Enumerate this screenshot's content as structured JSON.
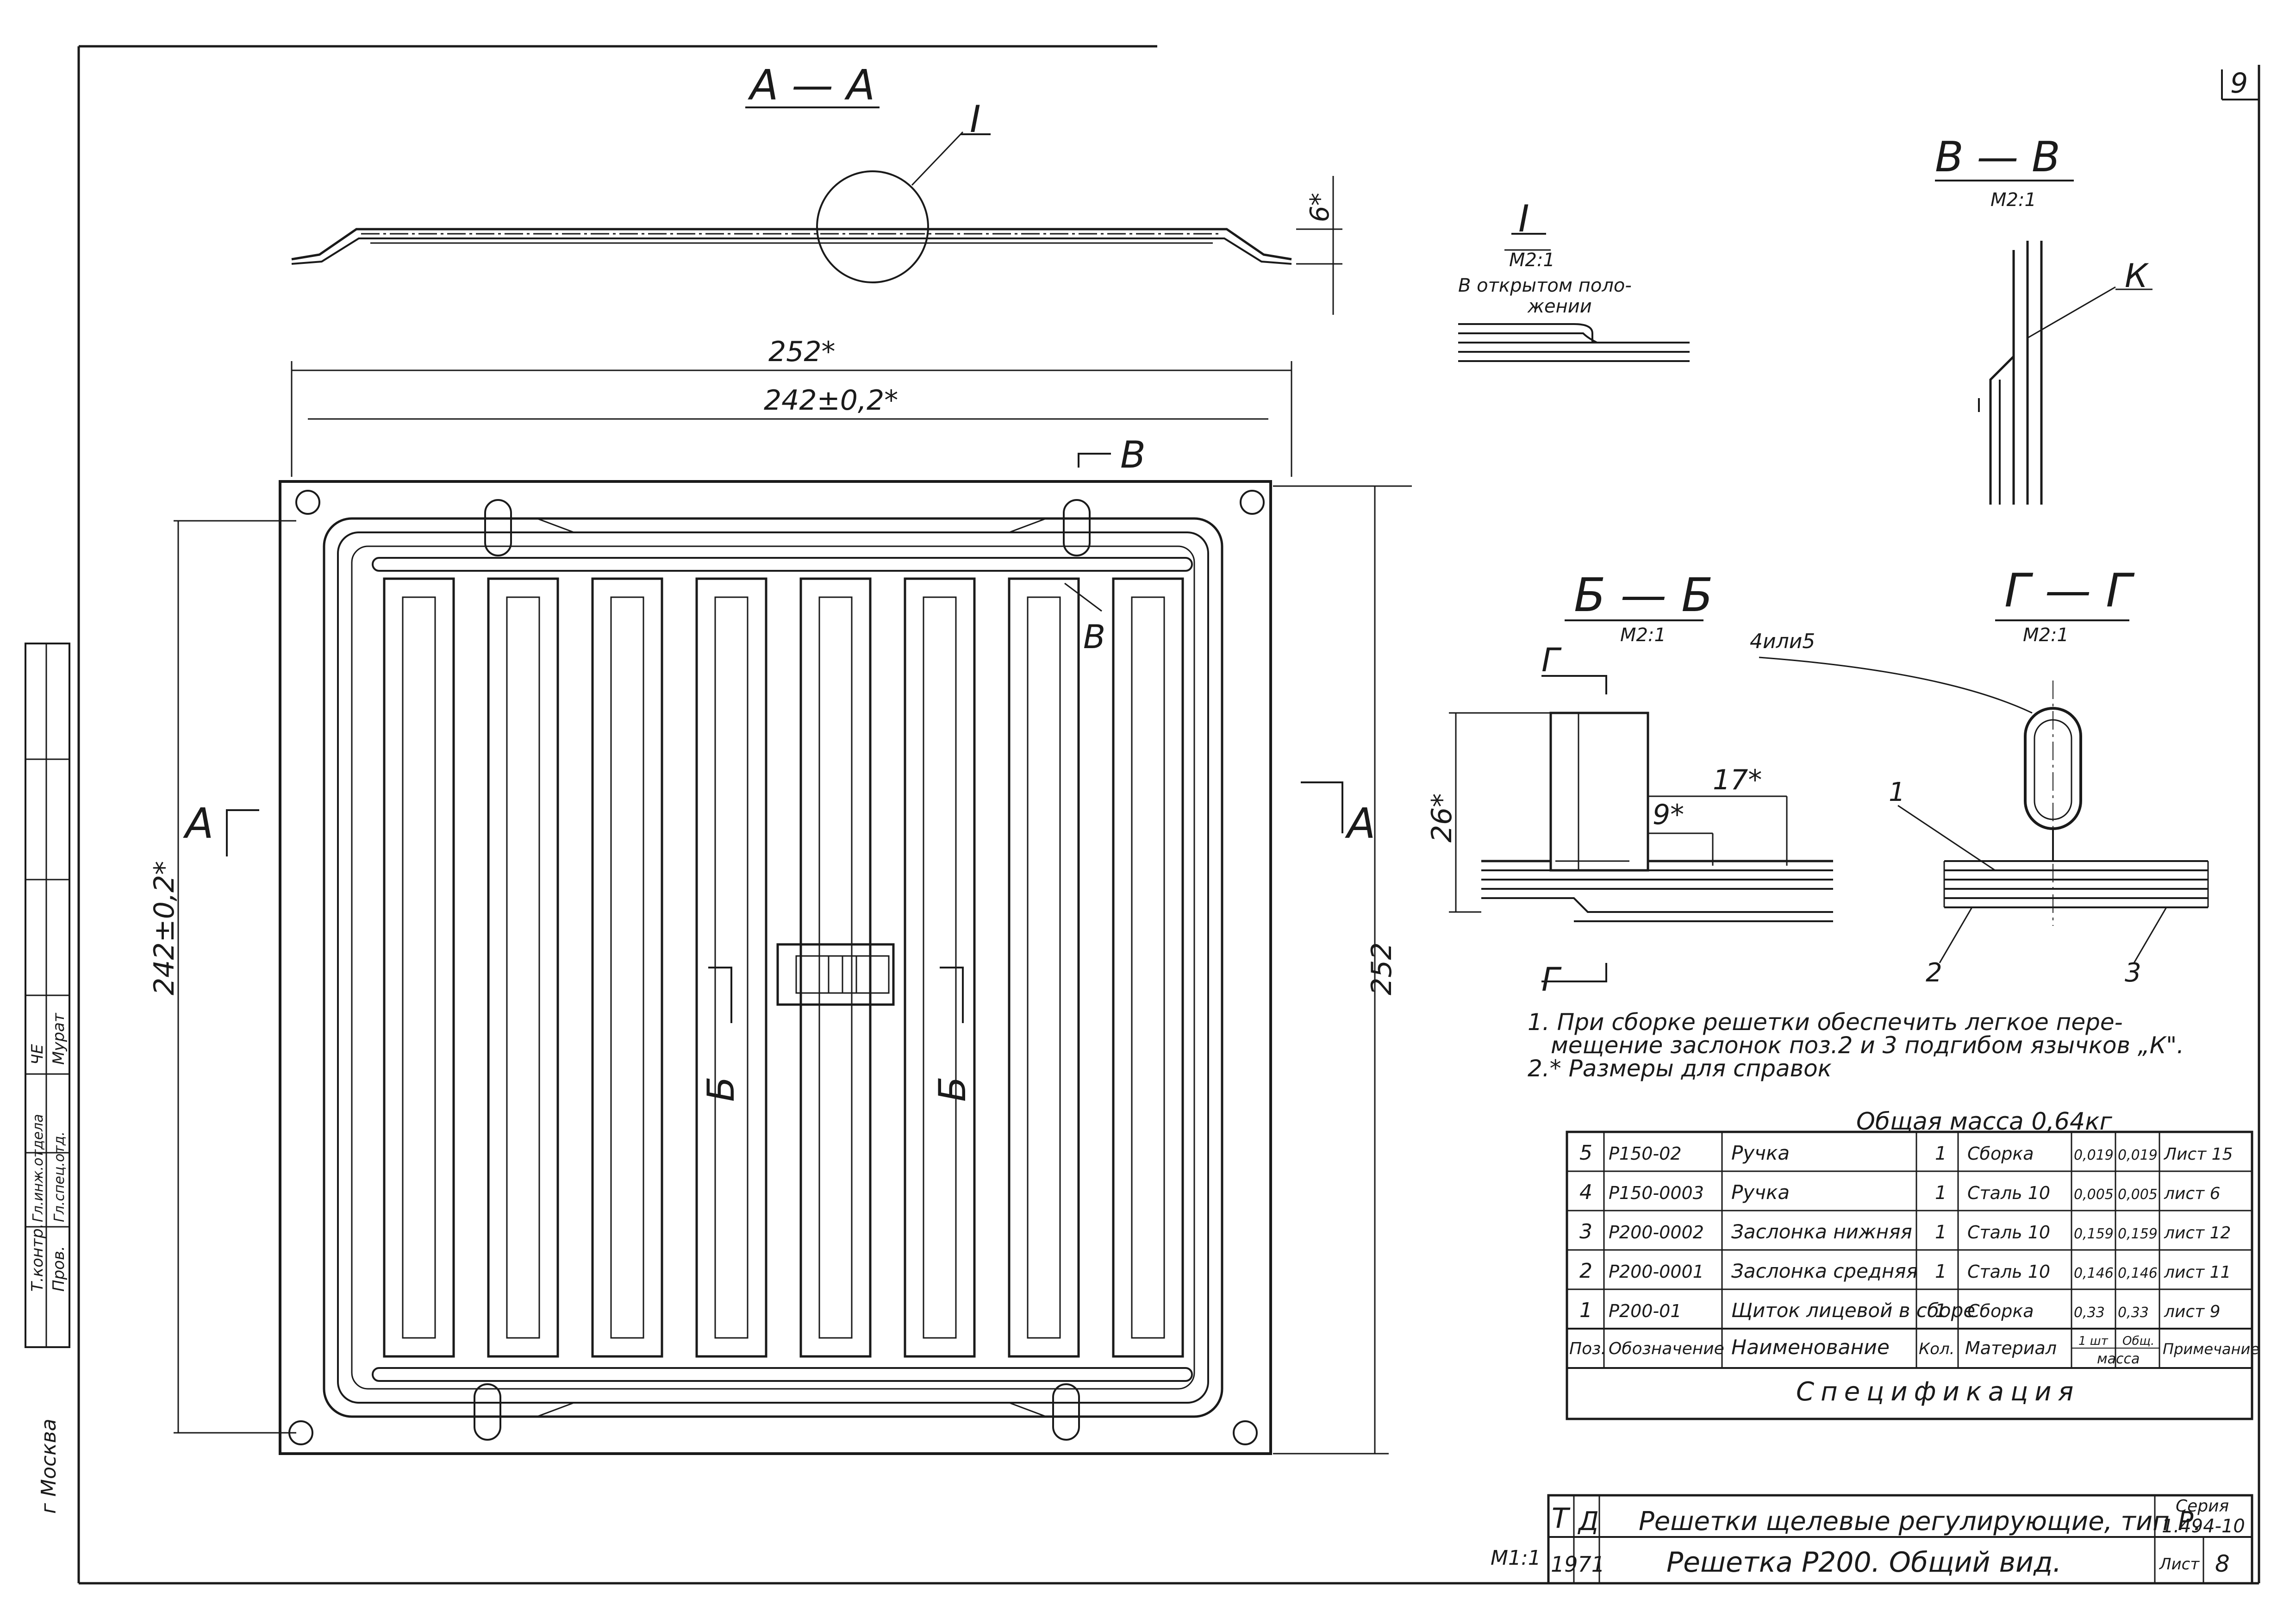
{
  "sheet": {
    "page_number": "9",
    "city": "г Москва",
    "scale_label": "М1:1",
    "side_stamp": {
      "row1_role": "Т.контр.",
      "row1_name": "Пров.",
      "row2_role": "Гл.инж.отдела",
      "row2_name": "Гл.спец.отд.",
      "signatures": [
        "ЧЕ",
        "Мурат"
      ]
    }
  },
  "views": {
    "section_aa": {
      "title": "А — А",
      "callout": "I",
      "dim_height": "6*"
    },
    "detail_i": {
      "title": "I",
      "scale": "М2:1",
      "note_line1": "В открытом поло-",
      "note_line2": "жении"
    },
    "section_vv": {
      "title": "В — В",
      "scale": "М2:1",
      "callout": "К"
    },
    "section_bb": {
      "title": "Б — Б",
      "scale": "М2:1",
      "cut_marker": "Г",
      "dim_height": "26*",
      "dim_17": "17*",
      "dim_9": "9*"
    },
    "section_gg": {
      "title": "Г — Г",
      "scale": "М2:1",
      "leader_4or5": "4или5",
      "leader_1": "1",
      "leader_2": "2",
      "leader_3": "3"
    },
    "plan": {
      "dim_overall_width": "252*",
      "dim_hole_width": "242±0,2*",
      "dim_overall_height": "252",
      "dim_hole_height": "242±0,2*",
      "cut_a_left": "А",
      "cut_a_right": "А",
      "cut_v": "В",
      "cut_v_lower": "В",
      "cut_b_left": "Б",
      "cut_b_right": "Б"
    }
  },
  "notes": [
    "1. При сборке решетки обеспечить легкое пере-",
    "мещение заслонок поз.2 и 3 подгибом язычков „К\".",
    "2.* Размеры для справок"
  ],
  "total_mass": "Общая масса 0,64кг",
  "specification": {
    "caption": "Спецификация",
    "headers": {
      "pos": "Поз.",
      "designation": "Обозначение",
      "name": "Наименование",
      "qty": "Кол.",
      "material": "Материал",
      "mass_unit": "1 шт",
      "mass_total": "Общ.",
      "mass_label": "масса",
      "note": "Примечание"
    },
    "rows": [
      {
        "pos": "5",
        "designation": "Р150-02",
        "name": "Ручка",
        "qty": "1",
        "material": "Сборка",
        "m1": "0,019",
        "m2": "0,019",
        "note": "Лист 15"
      },
      {
        "pos": "4",
        "designation": "Р150-0003",
        "name": "Ручка",
        "qty": "1",
        "material": "Сталь 10",
        "m1": "0,005",
        "m2": "0,005",
        "note": "лист 6"
      },
      {
        "pos": "3",
        "designation": "Р200-0002",
        "name": "Заслонка нижняя",
        "qty": "1",
        "material": "Сталь 10",
        "m1": "0,159",
        "m2": "0,159",
        "note": "лист 12"
      },
      {
        "pos": "2",
        "designation": "Р200-0001",
        "name": "Заслонка средняя",
        "qty": "1",
        "material": "Сталь 10",
        "m1": "0,146",
        "m2": "0,146",
        "note": "лист 11"
      },
      {
        "pos": "1",
        "designation": "Р200-01",
        "name": "Щиток лицевой в сборе",
        "qty": "1",
        "material": "Сборка",
        "m1": "0,33",
        "m2": "0,33",
        "note": "лист 9"
      }
    ]
  },
  "title_block": {
    "org_mark": "Т",
    "org_letter": "Д",
    "year": "1971",
    "series_label": "Серия",
    "series_value": "1.494-10",
    "line1": "Решетки щелевые регулирующие, тип Р.",
    "line2": "Решетка Р200. Общий вид.",
    "sheet_label": "Лист",
    "sheet_value": "8"
  }
}
